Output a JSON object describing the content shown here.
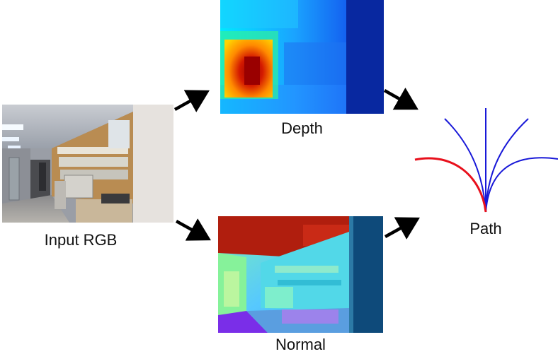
{
  "labels": {
    "input": "Input RGB",
    "depth": "Depth",
    "normal": "Normal",
    "path": "Path"
  },
  "colors": {
    "arrow": "#000000",
    "path_selected": "#e8101c",
    "path_candidates": "#1818d8"
  },
  "panels": [
    {
      "id": "input-rgb",
      "content": "office corridor photograph"
    },
    {
      "id": "depth",
      "content": "depth map, jet colormap"
    },
    {
      "id": "normal",
      "content": "surface normal map"
    }
  ],
  "arrows": [
    "rgb-to-depth",
    "rgb-to-normal",
    "depth-to-path",
    "normal-to-path"
  ],
  "paths": {
    "selected_count": 1,
    "candidate_count": 4
  }
}
